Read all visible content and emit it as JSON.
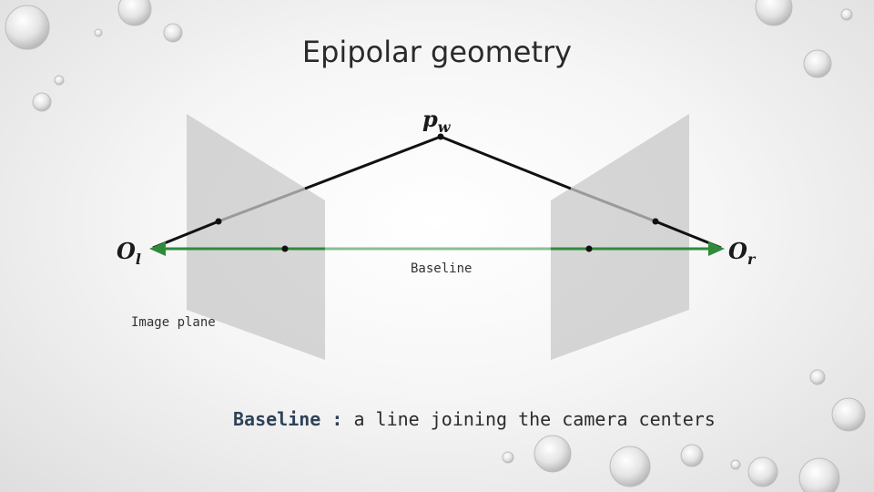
{
  "title": "Epipolar geometry",
  "labels": {
    "world_point": {
      "main": "p",
      "sub": "w"
    },
    "left_center": {
      "main": "O",
      "sub": "l"
    },
    "right_center": {
      "main": "O",
      "sub": "r"
    },
    "baseline": "Baseline",
    "image_plane": "Image plane"
  },
  "caption": {
    "term": "Baseline :",
    "definition": " a line joining the camera centers"
  },
  "colors": {
    "baseline": "#2e8b3a",
    "rays": "#111111",
    "planes": "#b8b8b8"
  }
}
